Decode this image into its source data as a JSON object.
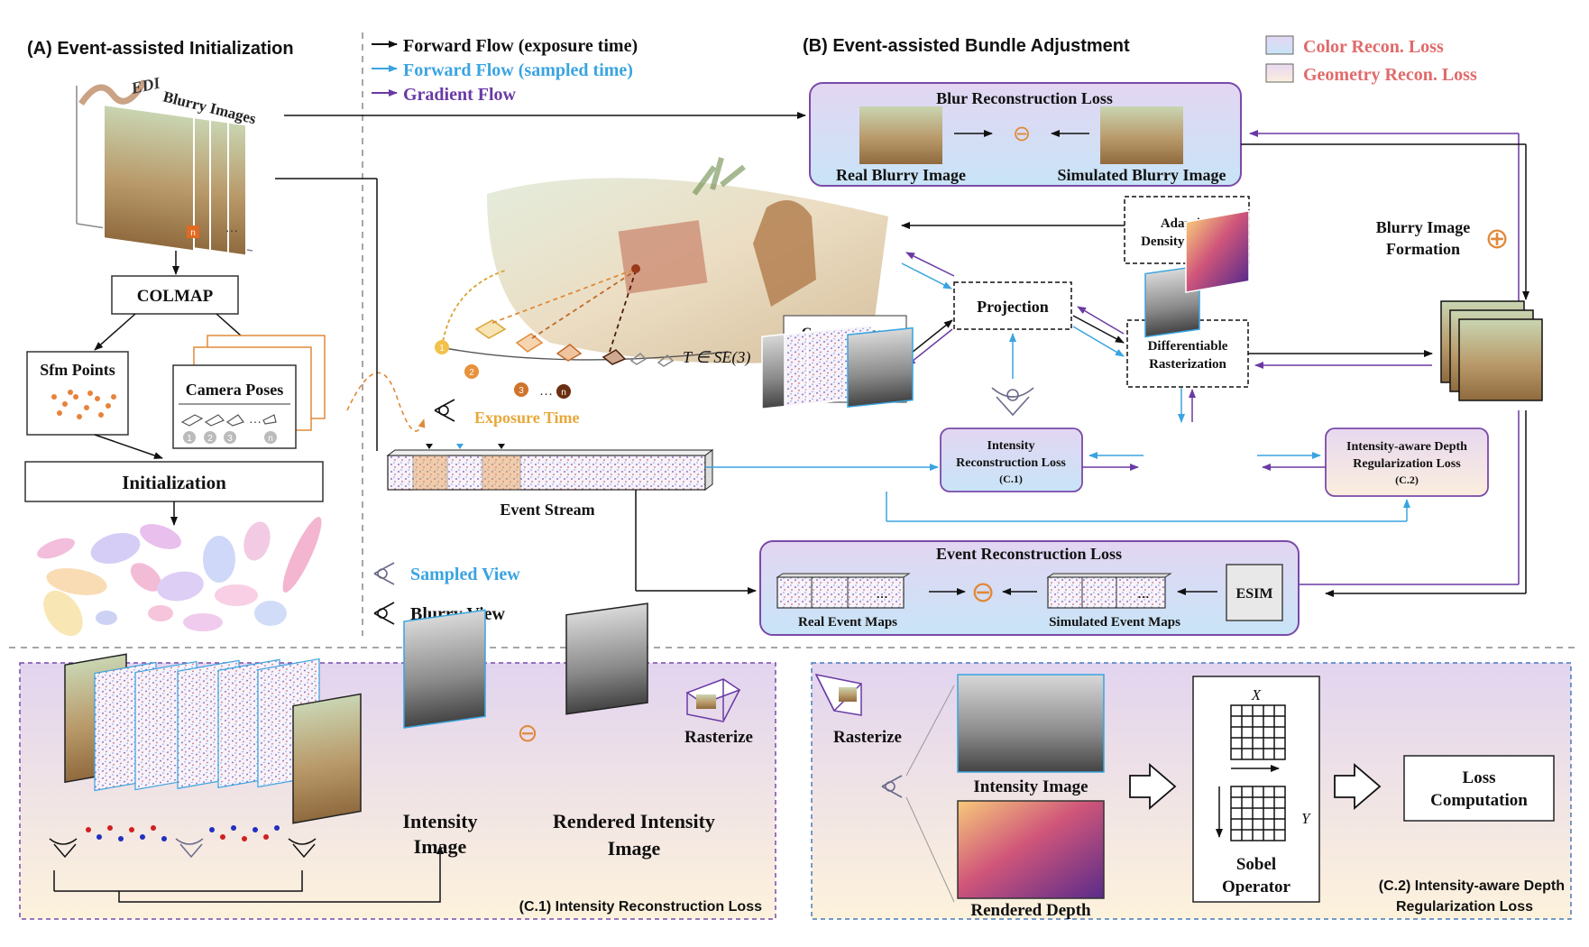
{
  "panelA": {
    "title": "(A) Event-assisted Initialization",
    "edi": "EDI",
    "blurry_images": "Blurry Images",
    "colmap": "COLMAP",
    "sfm_points": "Sfm Points",
    "camera_poses": "Camera Poses",
    "initialization": "Initialization",
    "frame_index": "n",
    "pose_indices": [
      "1",
      "2",
      "3",
      "n"
    ],
    "ellipsis": "…"
  },
  "legend": {
    "forward_exposure": "Forward Flow (exposure time)",
    "forward_sampled": "Forward Flow (sampled time)",
    "gradient": "Gradient Flow",
    "color_loss": "Color Recon. Loss",
    "geometry_loss": "Geometry Recon. Loss",
    "sampled_view": "Sampled  View",
    "blurry_view": "Blurry View",
    "colors": {
      "forward_exposure": "#111111",
      "forward_sampled": "#3aa4e0",
      "gradient": "#6a3aa4",
      "color_loss_text": "#e06a6a",
      "geometry_loss_text": "#e06a6a"
    }
  },
  "panelB": {
    "title": "(B) Event-assisted Bundle Adjustment",
    "blur_loss": "Blur Reconstruction Loss",
    "real_blurry": "Real Blurry Image",
    "simulated_blurry": "Simulated Blurry Image",
    "adaptive_density": [
      "Adaptive",
      "Density Control"
    ],
    "projection": "Projection",
    "diff_raster": [
      "Differentiable",
      "Rasterization"
    ],
    "blurry_formation": [
      "Blurry Image",
      "Formation"
    ],
    "camera_poses": "Camera Poses",
    "pose_indices": [
      "1",
      "2",
      "3",
      "n"
    ],
    "transform": "T ∈ SE(3)",
    "exposure_time": "Exposure Time",
    "event_stream": "Event Stream",
    "intensity_loss": [
      "Intensity",
      "Reconstruction Loss",
      "(C.1)"
    ],
    "depth_loss": [
      "Intensity-aware Depth",
      "Regularization Loss",
      "(C.2)"
    ],
    "event_loss": "Event Reconstruction Loss",
    "real_event_maps": "Real Event Maps",
    "simulated_event_maps": "Simulated Event Maps",
    "esim": "ESIM",
    "minus": "⊖",
    "plus": "⊕",
    "ellipsis": "…"
  },
  "panelC1": {
    "caption": "(C.1) Intensity Reconstruction Loss",
    "rasterize": "Rasterize",
    "intensity_image": [
      "Intensity",
      "Image"
    ],
    "rendered_intensity": [
      "Rendered Intensity",
      "Image"
    ],
    "minus": "⊖"
  },
  "panelC2": {
    "caption": [
      "(C.2) Intensity-aware Depth",
      "Regularization Loss"
    ],
    "rasterize": "Rasterize",
    "intensity_image": "Intensity Image",
    "rendered_depth": "Rendered Depth",
    "sobel": [
      "Sobel",
      "Operator"
    ],
    "x_label": "X",
    "y_label": "Y",
    "loss_computation": [
      "Loss",
      "Computation"
    ]
  }
}
